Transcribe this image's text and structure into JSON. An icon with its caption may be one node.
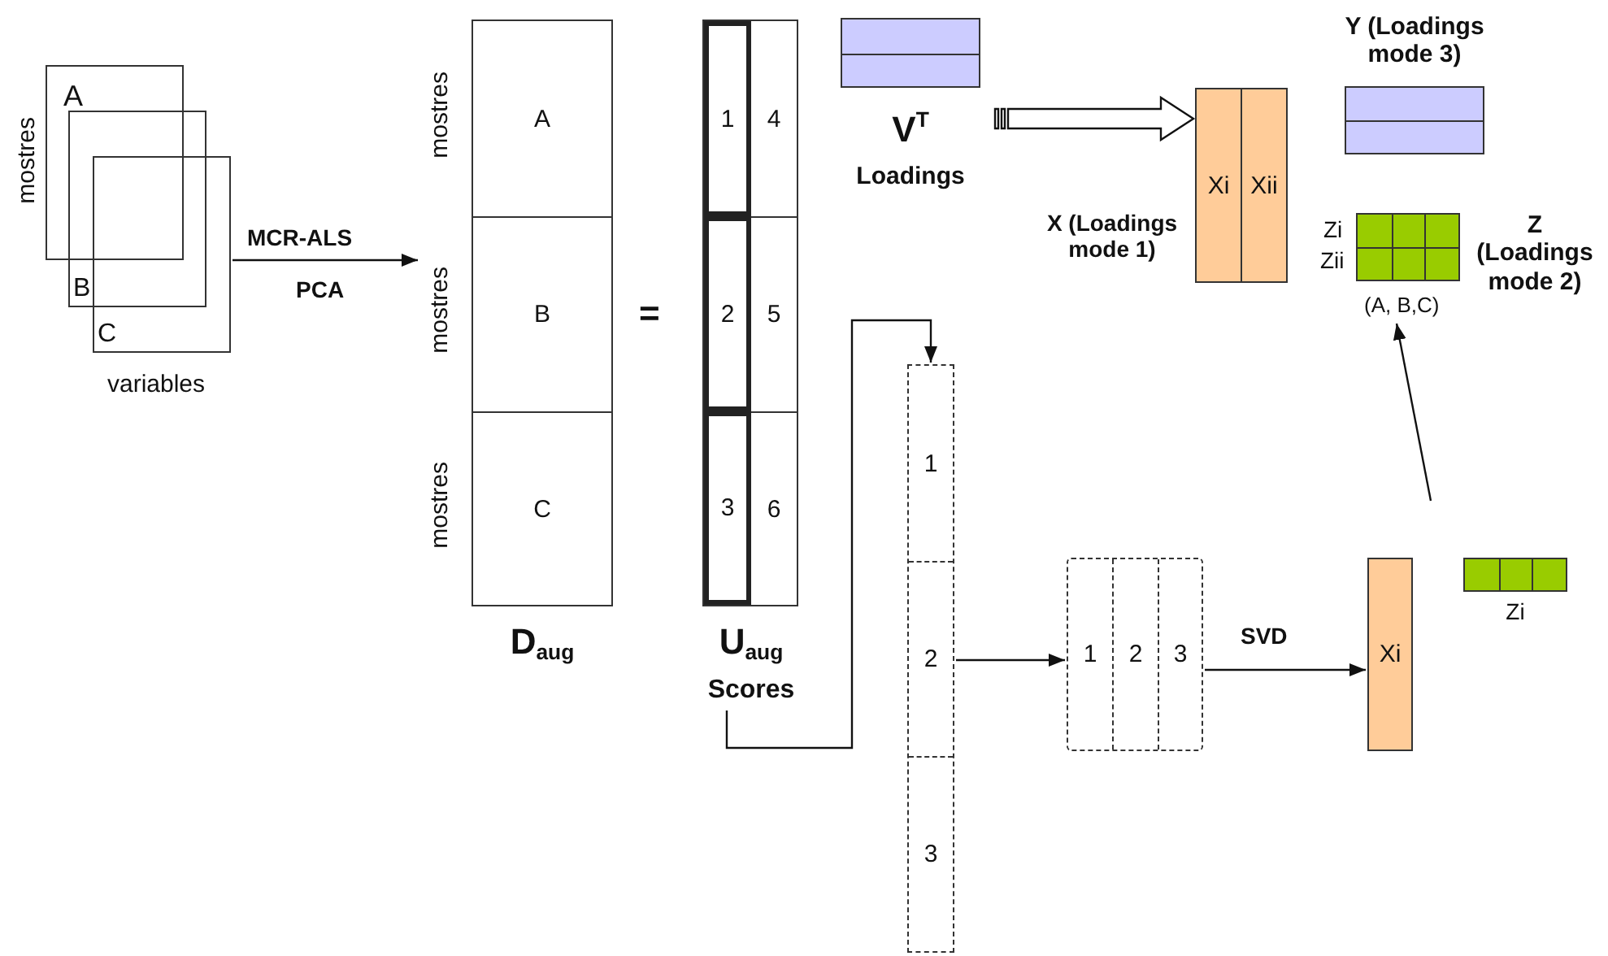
{
  "diagram": {
    "nodes": [
      {
        "text": [
          "A"
        ]
      },
      {
        "text": [
          "B"
        ]
      },
      {
        "text": [
          "C"
        ]
      },
      {
        "text": [
          "D$_{aug}$"
        ]
      },
      {
        "text": [
          "A"
        ],
        "in": 3
      },
      {
        "text": [
          "B"
        ],
        "in": 3
      },
      {
        "text": [
          "C"
        ],
        "in": 3
      },
      {
        "text": [
          "U$_{aug}$",
          "Scores"
        ]
      },
      {
        "text": [
          "1"
        ],
        "in": 7
      },
      {
        "text": [
          "4"
        ],
        "in": 7
      },
      {
        "text": [
          "2"
        ],
        "in": 7
      },
      {
        "text": [
          "5"
        ],
        "in": 7
      },
      {
        "text": [
          "3"
        ],
        "in": 7
      },
      {
        "text": [
          "6"
        ],
        "in": 7
      },
      {
        "text": [
          "V$^{T}$",
          "Loadings"
        ]
      },
      {
        "text": [
          "Y (Loadings mode 3)"
        ]
      },
      {
        "text": [
          "X (Loadings mode 1)"
        ]
      },
      {
        "text": [
          "Xi"
        ],
        "in": 16
      },
      {
        "text": [
          "Xii"
        ],
        "in": 16
      },
      {
        "text": [
          "Z (Loadings mode 2)"
        ],
        "beside": [
          "Zi",
          "Zii",
          "(A, B,C)"
        ]
      },
      {
        "text": [],
        "shape": "bar"
      },
      {
        "text": [
          "1"
        ],
        "in": 20
      },
      {
        "text": [
          "2"
        ],
        "in": 20
      },
      {
        "text": [
          "3"
        ],
        "in": 20
      },
      {
        "text": [],
        "shape": "box"
      },
      {
        "text": [
          "1"
        ],
        "in": 24
      },
      {
        "text": [
          "2"
        ],
        "in": 24
      },
      {
        "text": [
          "3"
        ],
        "in": 24
      },
      {
        "text": [
          "Xi"
        ]
      },
      {
        "text": [],
        "shape": "bar",
        "beside": [
          "Zi"
        ]
      }
    ],
    "edges": [
      {
        "from": 2,
        "to": 3,
        "arrow": "to",
        "label": "MCR-ALS"
      },
      {
        "from": 14,
        "to": 16,
        "arrow": "to"
      },
      {
        "from": 7,
        "to": 20,
        "arrow": "to"
      },
      {
        "from": 20,
        "to": 24,
        "arrow": "to"
      },
      {
        "from": 24,
        "to": 28,
        "arrow": "to",
        "label": "SVD"
      },
      {
        "from": null,
        "to": 19,
        "arrow": "to"
      }
    ],
    "labels": [
      "mostres",
      "variables",
      "PCA",
      "mostres",
      "mostres",
      "mostres",
      "="
    ]
  }
}
